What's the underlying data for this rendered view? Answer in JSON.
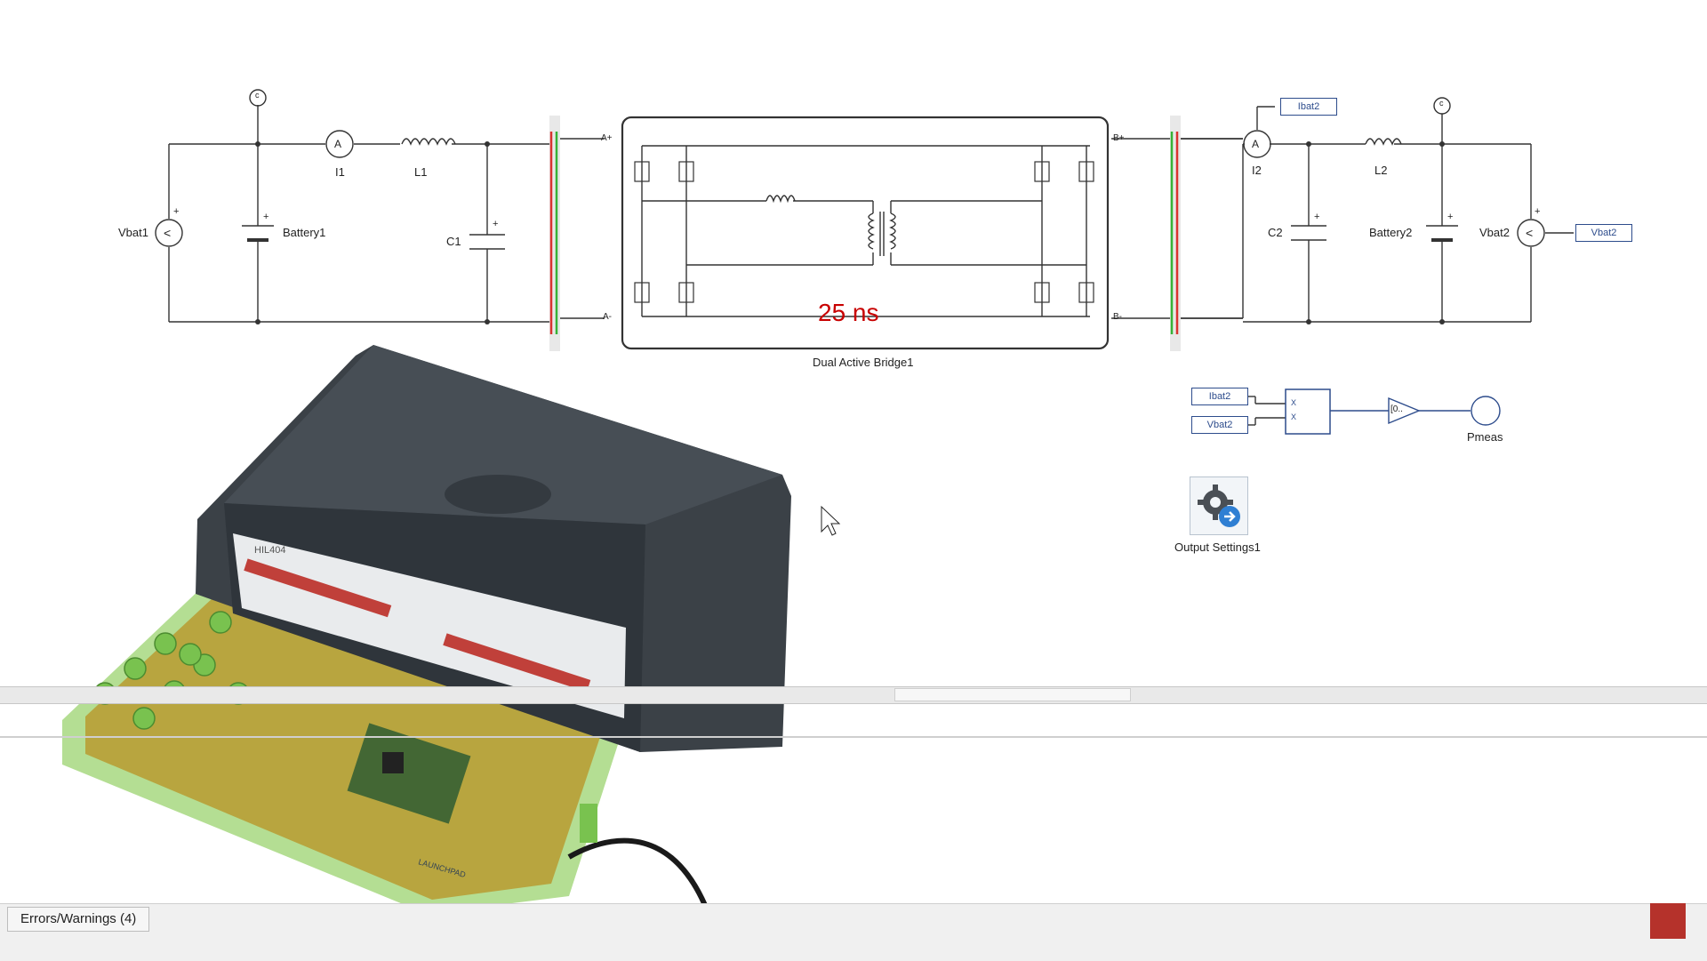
{
  "schematic": {
    "vbat1": "Vbat1",
    "battery1": "Battery1",
    "i1": "I1",
    "l1": "L1",
    "c1": "C1",
    "port_a_plus": "A+",
    "port_a_minus": "A-",
    "port_b_plus": "B+",
    "port_b_minus": "B-",
    "dab_name": "Dual Active Bridge1",
    "dab_time": "25 ns",
    "i2": "I2",
    "l2": "L2",
    "c2": "C2",
    "battery2": "Battery2",
    "vbat2": "Vbat2",
    "ibat2_tag": "Ibat2",
    "vbat2_tag": "Vbat2",
    "ammeter_symbol": "A",
    "vsource_symbol": "<",
    "ground_symbol": "c",
    "plus_sign": "+",
    "gain_label": "[0..",
    "mult_x": "X"
  },
  "power_calc": {
    "ibat2_in": "Ibat2",
    "vbat2_in": "Vbat2",
    "probe_label": "Pmeas"
  },
  "output_settings": {
    "label": "Output Settings1",
    "icon": "gear-arrow-icon"
  },
  "device": {
    "model": "HIL404",
    "board_label": "LAUNCHPAD",
    "icon": "elephant-logo-icon"
  },
  "bottom": {
    "errors_tab": "Errors/Warnings (4)"
  },
  "colors": {
    "wire": "#333333",
    "tag_border": "#2d4c8c",
    "highlight_time": "#c80000",
    "port_red": "#d9332f",
    "port_green": "#36b236",
    "device_body": "#3b4147",
    "board_green": "#9bd36f",
    "brand": "#b5322b"
  }
}
